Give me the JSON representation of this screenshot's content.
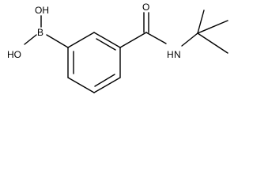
{
  "molecule": {
    "labels": {
      "oh_top": "OH",
      "oh_left": "HO",
      "boron": "B",
      "oxygen": "O",
      "nitrogen_h": "H",
      "nitrogen": "N"
    }
  },
  "colors": {
    "bond": "#000000",
    "background": "#ffffff"
  }
}
